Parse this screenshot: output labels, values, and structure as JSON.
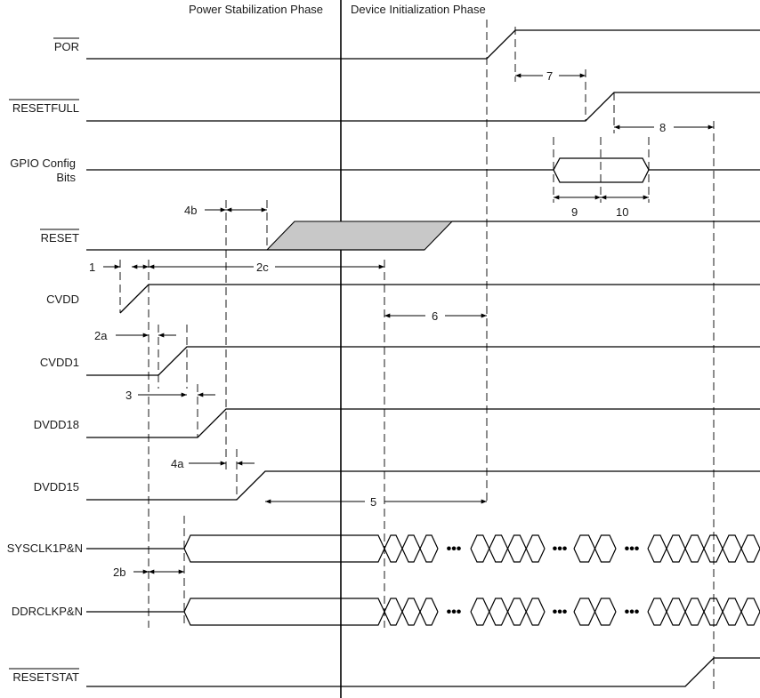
{
  "phases": {
    "left": "Power Stabilization Phase",
    "right": "Device Initialization Phase"
  },
  "signals": {
    "por": "POR",
    "resetfull": "RESETFULL",
    "gpio_line1": "GPIO Config",
    "gpio_line2": "Bits",
    "reset": "RESET",
    "cvdd": "CVDD",
    "cvdd1": "CVDD1",
    "dvdd18": "DVDD18",
    "dvdd15": "DVDD15",
    "sysclk": "SYSCLK1P&N",
    "ddrclk": "DDRCLKP&N",
    "resetstat": "RESETSTAT"
  },
  "timing_labels": {
    "t1": "1",
    "t2a": "2a",
    "t2b": "2b",
    "t2c": "2c",
    "t3": "3",
    "t4a": "4a",
    "t4b": "4b",
    "t5": "5",
    "t6": "6",
    "t7": "7",
    "t8": "8",
    "t9": "9",
    "t10": "10"
  },
  "ellipsis": "•••"
}
